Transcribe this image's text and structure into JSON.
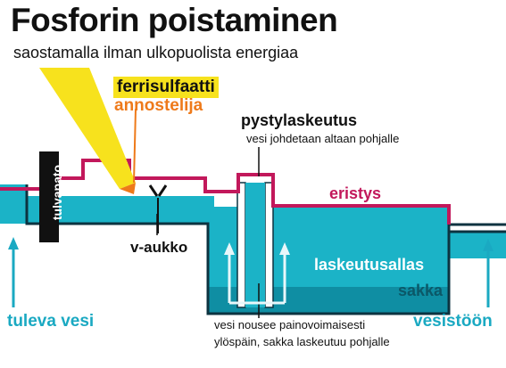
{
  "title": "Fosforin poistaminen",
  "subtitle": "saostamalla ilman ulkopuolista energiaa",
  "labels": {
    "ferrisulfaatti": "ferrisulfaatti",
    "annostelija": "annostelija",
    "pystylaskeutus": "pystylaskeutus",
    "pystylaskeutus_desc": "vesi johdetaan altaan pohjalle",
    "eristys": "eristys",
    "tulvapato": "tulvapato",
    "v_aukko": "v-aukko",
    "laskeutusallas": "laskeutusallas",
    "sakka": "sakka",
    "tuleva_vesi": "tuleva vesi",
    "vesistoon": "vesistöön",
    "bottom_desc_line1": "vesi nousee painovoimaisesti",
    "bottom_desc_line2": "ylöspäin, sakka laskeutuu pohjalle"
  },
  "colors": {
    "water": "#1bb3c7",
    "water_deep": "#0f8ea3",
    "insulation": "#c2185b",
    "dispenser": "#f7e21d",
    "orange": "#ee7a1a",
    "arrow": "#e8f7fa",
    "text": "#111111",
    "cyan_text": "#1aa9c2"
  }
}
